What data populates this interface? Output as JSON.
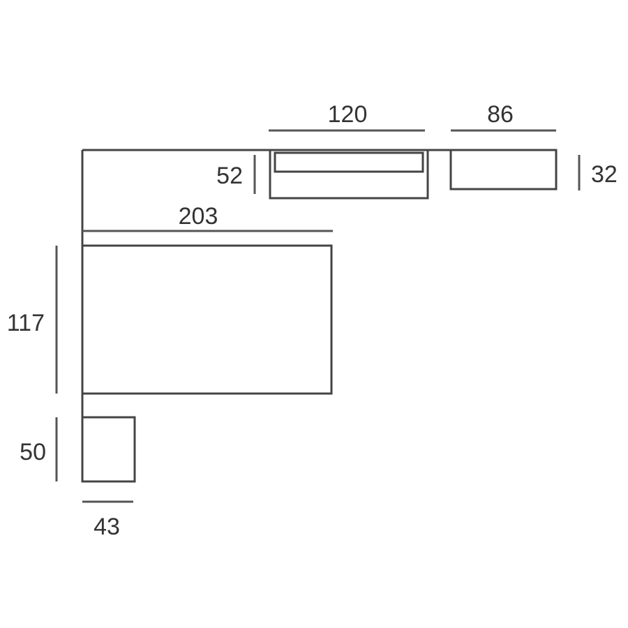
{
  "dimensions": {
    "cabinet_width": "120",
    "shelf_width": "86",
    "cabinet_height": "52",
    "shelf_height": "32",
    "bed_length": "203",
    "bed_width": "117",
    "nightstand_depth": "50",
    "nightstand_width": "43"
  },
  "colors": {
    "outline": "#444444",
    "dimension_line": "#555555",
    "text": "#333333",
    "background": "#ffffff"
  }
}
